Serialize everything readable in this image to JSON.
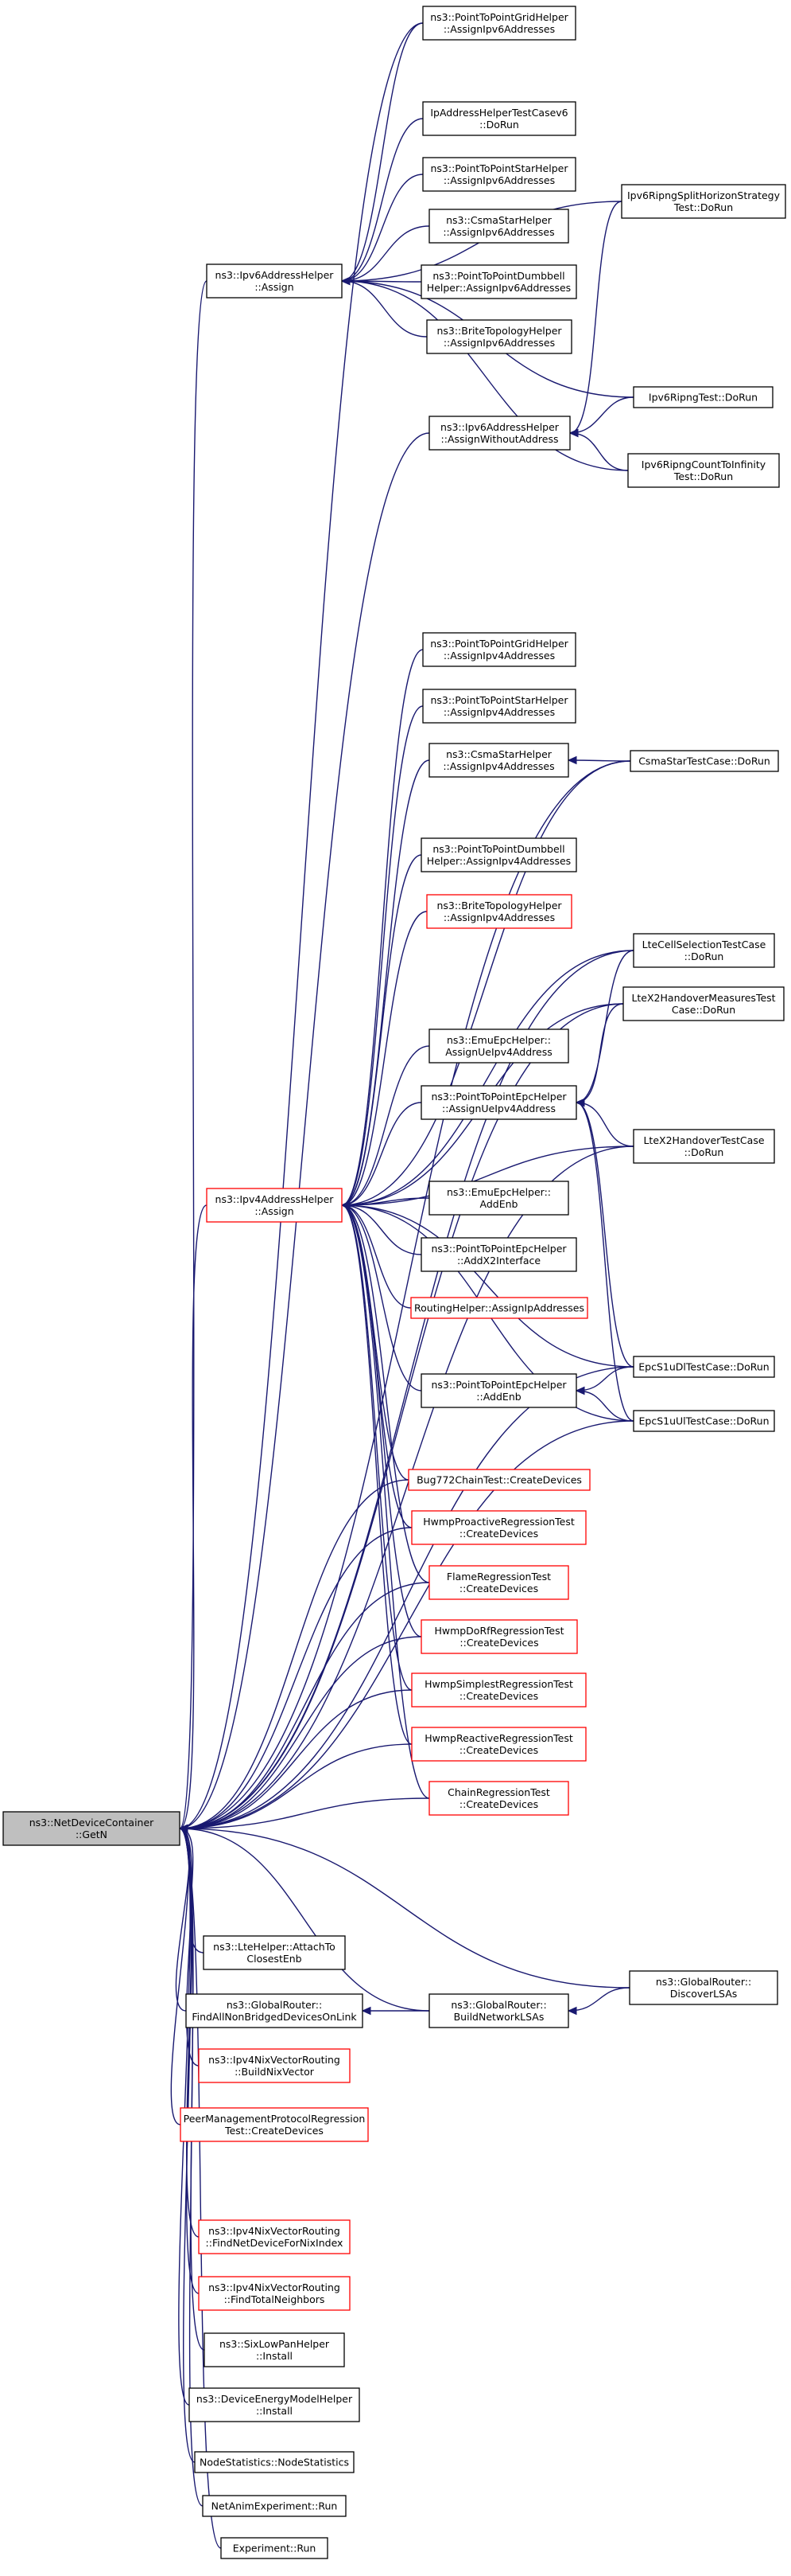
{
  "colors": {
    "edge": "#191970",
    "normal_border": "#000000",
    "incomplete_border": "#ff0000",
    "root_fill": "#bfbfbf",
    "node_fill": "#ffffff"
  },
  "nodes": [
    {
      "id": "root",
      "lines": [
        "ns3::NetDeviceContainer",
        "::GetN"
      ],
      "style": "root"
    },
    {
      "id": "ptpgrid6",
      "lines": [
        "ns3::PointToPointGridHelper",
        "::AssignIpv6Addresses"
      ],
      "style": "normal"
    },
    {
      "id": "iphelper6",
      "lines": [
        "IpAddressHelperTestCasev6",
        "::DoRun"
      ],
      "style": "normal"
    },
    {
      "id": "ptpstar6",
      "lines": [
        "ns3::PointToPointStarHelper",
        "::AssignIpv6Addresses"
      ],
      "style": "normal"
    },
    {
      "id": "csmastar6",
      "lines": [
        "ns3::CsmaStarHelper",
        "::AssignIpv6Addresses"
      ],
      "style": "normal"
    },
    {
      "id": "ptpdumb6",
      "lines": [
        "ns3::PointToPointDumbbell",
        "Helper::AssignIpv6Addresses"
      ],
      "style": "normal"
    },
    {
      "id": "brite6",
      "lines": [
        "ns3::BriteTopologyHelper",
        "::AssignIpv6Addresses"
      ],
      "style": "normal"
    },
    {
      "id": "ipv6assign",
      "lines": [
        "ns3::Ipv6AddressHelper",
        "::Assign"
      ],
      "style": "normal"
    },
    {
      "id": "ipv6withoutaddr",
      "lines": [
        "ns3::Ipv6AddressHelper",
        "::AssignWithoutAddress"
      ],
      "style": "normal"
    },
    {
      "id": "ripngsplit",
      "lines": [
        "Ipv6RipngSplitHorizonStrategy",
        "Test::DoRun"
      ],
      "style": "normal"
    },
    {
      "id": "ripngtest",
      "lines": [
        "Ipv6RipngTest::DoRun"
      ],
      "style": "normal"
    },
    {
      "id": "ripngcount",
      "lines": [
        "Ipv6RipngCountToInfinity",
        "Test::DoRun"
      ],
      "style": "normal"
    },
    {
      "id": "ptpgrid4",
      "lines": [
        "ns3::PointToPointGridHelper",
        "::AssignIpv4Addresses"
      ],
      "style": "normal"
    },
    {
      "id": "ptpstar4",
      "lines": [
        "ns3::PointToPointStarHelper",
        "::AssignIpv4Addresses"
      ],
      "style": "normal"
    },
    {
      "id": "csmastar4",
      "lines": [
        "ns3::CsmaStarHelper",
        "::AssignIpv4Addresses"
      ],
      "style": "normal"
    },
    {
      "id": "csmastartc",
      "lines": [
        "CsmaStarTestCase::DoRun"
      ],
      "style": "normal"
    },
    {
      "id": "ptpdumb4",
      "lines": [
        "ns3::PointToPointDumbbell",
        "Helper::AssignIpv4Addresses"
      ],
      "style": "normal"
    },
    {
      "id": "brite4",
      "lines": [
        "ns3::BriteTopologyHelper",
        "::AssignIpv4Addresses"
      ],
      "style": "red"
    },
    {
      "id": "ltecell",
      "lines": [
        "LteCellSelectionTestCase",
        "::DoRun"
      ],
      "style": "normal"
    },
    {
      "id": "ltex2meas",
      "lines": [
        "LteX2HandoverMeasuresTest",
        "Case::DoRun"
      ],
      "style": "normal"
    },
    {
      "id": "emuassignue",
      "lines": [
        "ns3::EmuEpcHelper::",
        "AssignUeIpv4Address"
      ],
      "style": "normal"
    },
    {
      "id": "ptpepcassignue",
      "lines": [
        "ns3::PointToPointEpcHelper",
        "::AssignUeIpv4Address"
      ],
      "style": "normal"
    },
    {
      "id": "ltex2ho",
      "lines": [
        "LteX2HandoverTestCase",
        "::DoRun"
      ],
      "style": "normal"
    },
    {
      "id": "ipv4assign",
      "lines": [
        "ns3::Ipv4AddressHelper",
        "::Assign"
      ],
      "style": "red"
    },
    {
      "id": "emuaddenb",
      "lines": [
        "ns3::EmuEpcHelper::",
        "AddEnb"
      ],
      "style": "normal"
    },
    {
      "id": "ptpepcx2",
      "lines": [
        "ns3::PointToPointEpcHelper",
        "::AddX2Interface"
      ],
      "style": "normal"
    },
    {
      "id": "routinghelper",
      "lines": [
        "RoutingHelper::AssignIpAddresses"
      ],
      "style": "red"
    },
    {
      "id": "ptpepcaddenb",
      "lines": [
        "ns3::PointToPointEpcHelper",
        "::AddEnb"
      ],
      "style": "normal"
    },
    {
      "id": "epcdl",
      "lines": [
        "EpcS1uDlTestCase::DoRun"
      ],
      "style": "normal"
    },
    {
      "id": "epcul",
      "lines": [
        "EpcS1uUlTestCase::DoRun"
      ],
      "style": "normal"
    },
    {
      "id": "bug772",
      "lines": [
        "Bug772ChainTest::CreateDevices"
      ],
      "style": "red"
    },
    {
      "id": "hwmpproactive",
      "lines": [
        "HwmpProactiveRegressionTest",
        "::CreateDevices"
      ],
      "style": "red"
    },
    {
      "id": "flame",
      "lines": [
        "FlameRegressionTest",
        "::CreateDevices"
      ],
      "style": "red"
    },
    {
      "id": "hwmpdorf",
      "lines": [
        "HwmpDoRfRegressionTest",
        "::CreateDevices"
      ],
      "style": "red"
    },
    {
      "id": "hwmpsimplest",
      "lines": [
        "HwmpSimplestRegressionTest",
        "::CreateDevices"
      ],
      "style": "red"
    },
    {
      "id": "hwmpreactive",
      "lines": [
        "HwmpReactiveRegressionTest",
        "::CreateDevices"
      ],
      "style": "red"
    },
    {
      "id": "chain",
      "lines": [
        "ChainRegressionTest",
        "::CreateDevices"
      ],
      "style": "red"
    },
    {
      "id": "lteattach",
      "lines": [
        "ns3::LteHelper::AttachTo",
        "ClosestEnb"
      ],
      "style": "normal"
    },
    {
      "id": "grfind",
      "lines": [
        "ns3::GlobalRouter::",
        "FindAllNonBridgedDevicesOnLink"
      ],
      "style": "normal"
    },
    {
      "id": "grbuild",
      "lines": [
        "ns3::GlobalRouter::",
        "BuildNetworkLSAs"
      ],
      "style": "normal"
    },
    {
      "id": "grdiscover",
      "lines": [
        "ns3::GlobalRouter::",
        "DiscoverLSAs"
      ],
      "style": "normal"
    },
    {
      "id": "nixbuild",
      "lines": [
        "ns3::Ipv4NixVectorRouting",
        "::BuildNixVector"
      ],
      "style": "red"
    },
    {
      "id": "peermgmt",
      "lines": [
        "PeerManagementProtocolRegression",
        "Test::CreateDevices"
      ],
      "style": "red"
    },
    {
      "id": "nixfindnet",
      "lines": [
        "ns3::Ipv4NixVectorRouting",
        "::FindNetDeviceForNixIndex"
      ],
      "style": "red"
    },
    {
      "id": "nixfindtotal",
      "lines": [
        "ns3::Ipv4NixVectorRouting",
        "::FindTotalNeighbors"
      ],
      "style": "red"
    },
    {
      "id": "sixlowpan",
      "lines": [
        "ns3::SixLowPanHelper",
        "::Install"
      ],
      "style": "normal"
    },
    {
      "id": "energy",
      "lines": [
        "ns3::DeviceEnergyModelHelper",
        "::Install"
      ],
      "style": "normal"
    },
    {
      "id": "nodestats",
      "lines": [
        "NodeStatistics::NodeStatistics"
      ],
      "style": "normal"
    },
    {
      "id": "netanim",
      "lines": [
        "NetAnimExperiment::Run"
      ],
      "style": "normal"
    },
    {
      "id": "experiment",
      "lines": [
        "Experiment::Run"
      ],
      "style": "normal"
    }
  ],
  "edges": [
    {
      "from": "ptpgrid6",
      "to": "root"
    },
    {
      "from": "ipv6assign",
      "to": "root"
    },
    {
      "from": "ipv6withoutaddr",
      "to": "root"
    },
    {
      "from": "ipv4assign",
      "to": "root"
    },
    {
      "from": "csmastartc",
      "to": "root"
    },
    {
      "from": "ltecell",
      "to": "root"
    },
    {
      "from": "ltex2meas",
      "to": "root"
    },
    {
      "from": "ltex2ho",
      "to": "root"
    },
    {
      "from": "epcdl",
      "to": "root"
    },
    {
      "from": "epcul",
      "to": "root"
    },
    {
      "from": "bug772",
      "to": "root"
    },
    {
      "from": "hwmpproactive",
      "to": "root"
    },
    {
      "from": "flame",
      "to": "root"
    },
    {
      "from": "hwmpdorf",
      "to": "root"
    },
    {
      "from": "hwmpsimplest",
      "to": "root"
    },
    {
      "from": "hwmpreactive",
      "to": "root"
    },
    {
      "from": "chain",
      "to": "root"
    },
    {
      "from": "lteattach",
      "to": "root"
    },
    {
      "from": "grfind",
      "to": "root"
    },
    {
      "from": "grbuild",
      "to": "root"
    },
    {
      "from": "grdiscover",
      "to": "root"
    },
    {
      "from": "nixbuild",
      "to": "root"
    },
    {
      "from": "peermgmt",
      "to": "root"
    },
    {
      "from": "nixfindnet",
      "to": "root"
    },
    {
      "from": "nixfindtotal",
      "to": "root"
    },
    {
      "from": "sixlowpan",
      "to": "root"
    },
    {
      "from": "energy",
      "to": "root"
    },
    {
      "from": "nodestats",
      "to": "root"
    },
    {
      "from": "netanim",
      "to": "root"
    },
    {
      "from": "experiment",
      "to": "root"
    },
    {
      "from": "ptpgrid6",
      "to": "ipv6assign"
    },
    {
      "from": "iphelper6",
      "to": "ipv6assign"
    },
    {
      "from": "ptpstar6",
      "to": "ipv6assign"
    },
    {
      "from": "csmastar6",
      "to": "ipv6assign"
    },
    {
      "from": "ptpdumb6",
      "to": "ipv6assign"
    },
    {
      "from": "brite6",
      "to": "ipv6assign"
    },
    {
      "from": "ripngsplit",
      "to": "ipv6assign"
    },
    {
      "from": "ripngtest",
      "to": "ipv6assign"
    },
    {
      "from": "ripngcount",
      "to": "ipv6assign"
    },
    {
      "from": "ripngsplit",
      "to": "ipv6withoutaddr"
    },
    {
      "from": "ripngtest",
      "to": "ipv6withoutaddr"
    },
    {
      "from": "ripngcount",
      "to": "ipv6withoutaddr"
    },
    {
      "from": "ptpgrid4",
      "to": "ipv4assign"
    },
    {
      "from": "ptpstar4",
      "to": "ipv4assign"
    },
    {
      "from": "csmastar4",
      "to": "ipv4assign"
    },
    {
      "from": "csmastartc",
      "to": "ipv4assign"
    },
    {
      "from": "ptpdumb4",
      "to": "ipv4assign"
    },
    {
      "from": "brite4",
      "to": "ipv4assign"
    },
    {
      "from": "ltecell",
      "to": "ipv4assign"
    },
    {
      "from": "ltex2meas",
      "to": "ipv4assign"
    },
    {
      "from": "emuassignue",
      "to": "ipv4assign"
    },
    {
      "from": "ptpepcassignue",
      "to": "ipv4assign"
    },
    {
      "from": "ltex2ho",
      "to": "ipv4assign"
    },
    {
      "from": "emuaddenb",
      "to": "ipv4assign"
    },
    {
      "from": "ptpepcx2",
      "to": "ipv4assign"
    },
    {
      "from": "routinghelper",
      "to": "ipv4assign"
    },
    {
      "from": "ptpepcaddenb",
      "to": "ipv4assign"
    },
    {
      "from": "epcdl",
      "to": "ipv4assign"
    },
    {
      "from": "epcul",
      "to": "ipv4assign"
    },
    {
      "from": "bug772",
      "to": "ipv4assign"
    },
    {
      "from": "hwmpproactive",
      "to": "ipv4assign"
    },
    {
      "from": "flame",
      "to": "ipv4assign"
    },
    {
      "from": "hwmpdorf",
      "to": "ipv4assign"
    },
    {
      "from": "hwmpsimplest",
      "to": "ipv4assign"
    },
    {
      "from": "hwmpreactive",
      "to": "ipv4assign"
    },
    {
      "from": "chain",
      "to": "ipv4assign"
    },
    {
      "from": "csmastartc",
      "to": "csmastar4"
    },
    {
      "from": "ltecell",
      "to": "ptpepcassignue"
    },
    {
      "from": "ltex2meas",
      "to": "ptpepcassignue"
    },
    {
      "from": "ltex2ho",
      "to": "ptpepcassignue"
    },
    {
      "from": "epcdl",
      "to": "ptpepcassignue"
    },
    {
      "from": "epcul",
      "to": "ptpepcassignue"
    },
    {
      "from": "epcdl",
      "to": "ptpepcaddenb"
    },
    {
      "from": "epcul",
      "to": "ptpepcaddenb"
    },
    {
      "from": "grbuild",
      "to": "grfind"
    },
    {
      "from": "grdiscover",
      "to": "grbuild"
    }
  ]
}
